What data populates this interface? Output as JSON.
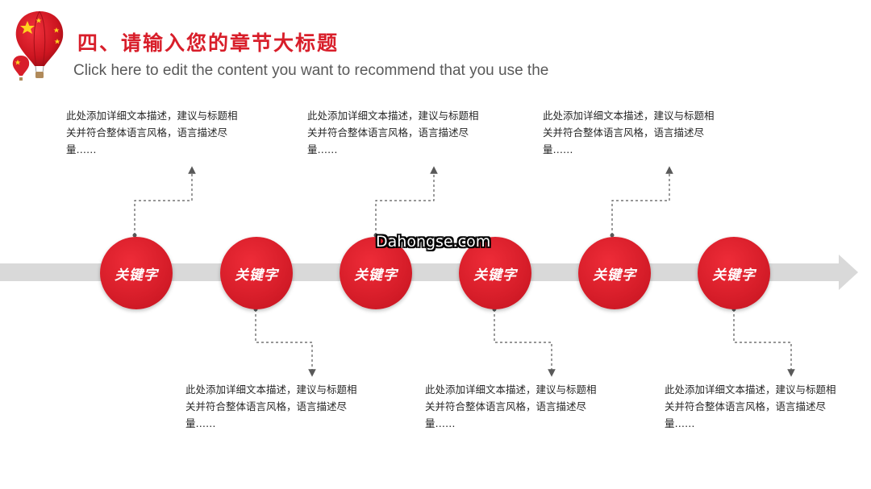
{
  "header": {
    "title": "四、请输入您的章节大标题",
    "subtitle": "Click here to edit the content you want to recommend that you use the"
  },
  "timeline": {
    "nodes": [
      {
        "label": "关键字",
        "text": "此处添加详细文本描述，建议与标题相关并符合整体语言风格，语言描述尽量……"
      },
      {
        "label": "关键字",
        "text": "此处添加详细文本描述，建议与标题相关并符合整体语言风格，语言描述尽量……"
      },
      {
        "label": "关键字",
        "text": "此处添加详细文本描述，建议与标题相关并符合整体语言风格，语言描述尽量……"
      },
      {
        "label": "关键字",
        "text": "此处添加详细文本描述，建议与标题相关并符合整体语言风格，语言描述尽量……"
      },
      {
        "label": "关键字",
        "text": "此处添加详细文本描述，建议与标题相关并符合整体语言风格，语言描述尽量……"
      },
      {
        "label": "关键字",
        "text": "此处添加详细文本描述，建议与标题相关并符合整体语言风格，语言描述尽量……"
      }
    ]
  },
  "watermark": "Dahongse.com",
  "colors": {
    "accent": "#d81e2a",
    "band": "#d9d9d9",
    "connector": "#595959"
  }
}
